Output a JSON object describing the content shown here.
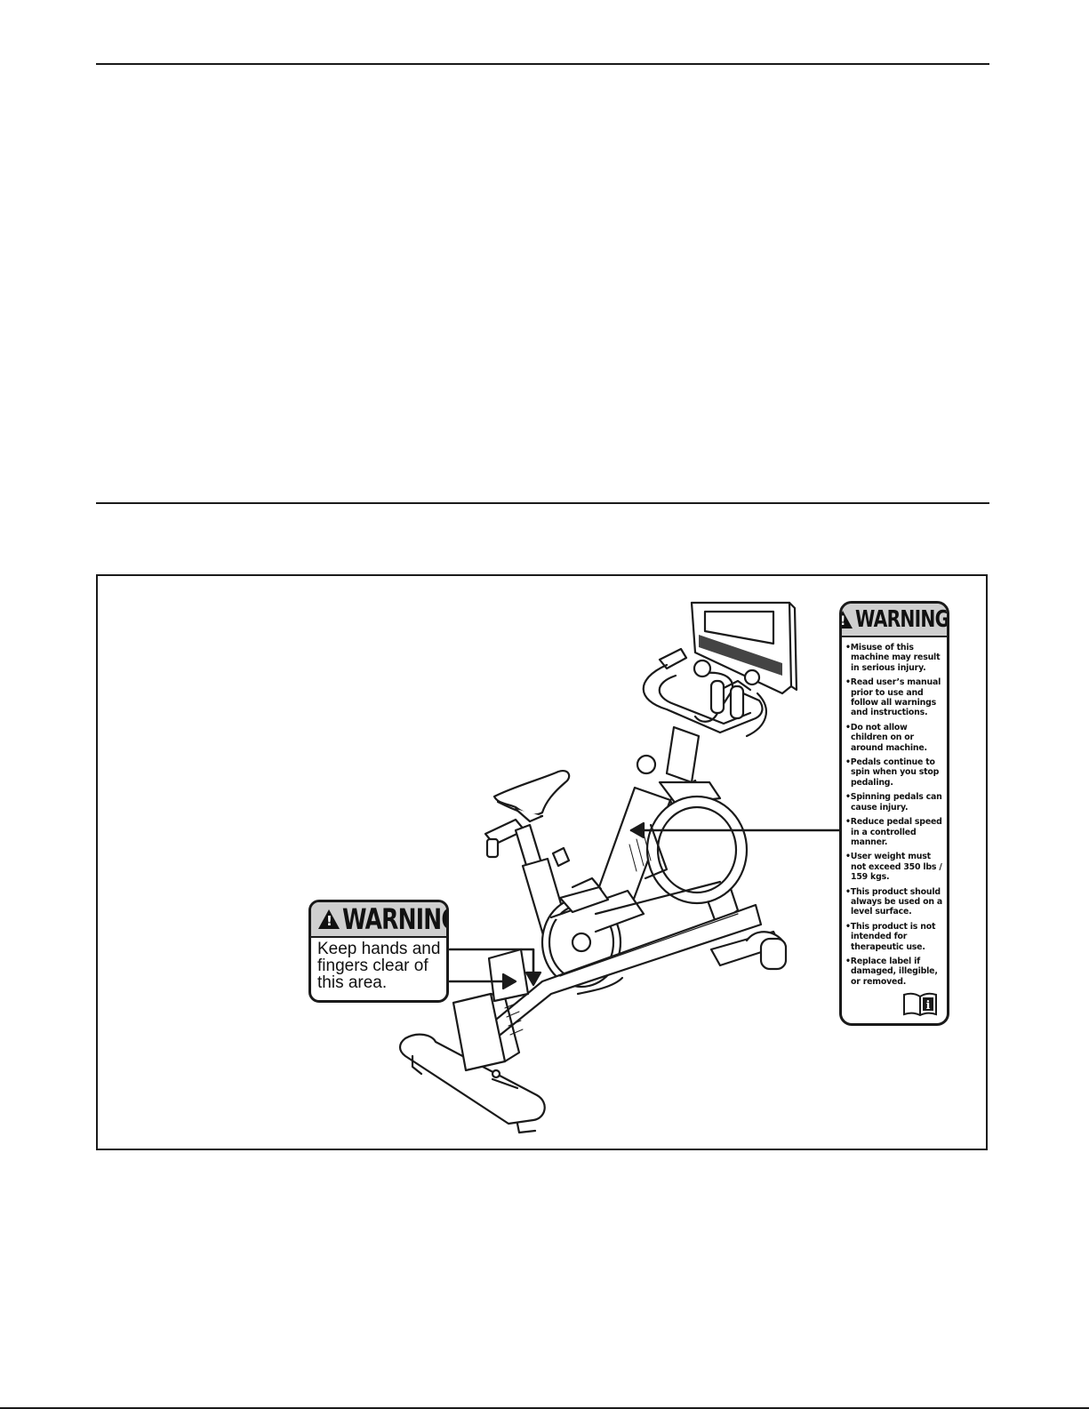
{
  "big_label": {
    "title": "WARNING",
    "items": [
      "Misuse of this machine may result in serious injury.",
      "Read user’s manual prior to use and follow all warnings and instructions.",
      "Do not allow children on or around machine.",
      "Pedals continue to spin when you stop pedaling.",
      "Spinning pedals can cause injury.",
      "Reduce pedal speed in a controlled manner.",
      "User weight must not exceed 350 lbs / 159 kgs.",
      "This product should always be used on a level surface.",
      "This product is not intended for therapeutic use.",
      "Replace label if damaged, illegible, or removed."
    ],
    "manual_icon": "manual-info-icon"
  },
  "small_label": {
    "title": "WARNING",
    "text": "Keep hands and fingers clear of this area."
  }
}
